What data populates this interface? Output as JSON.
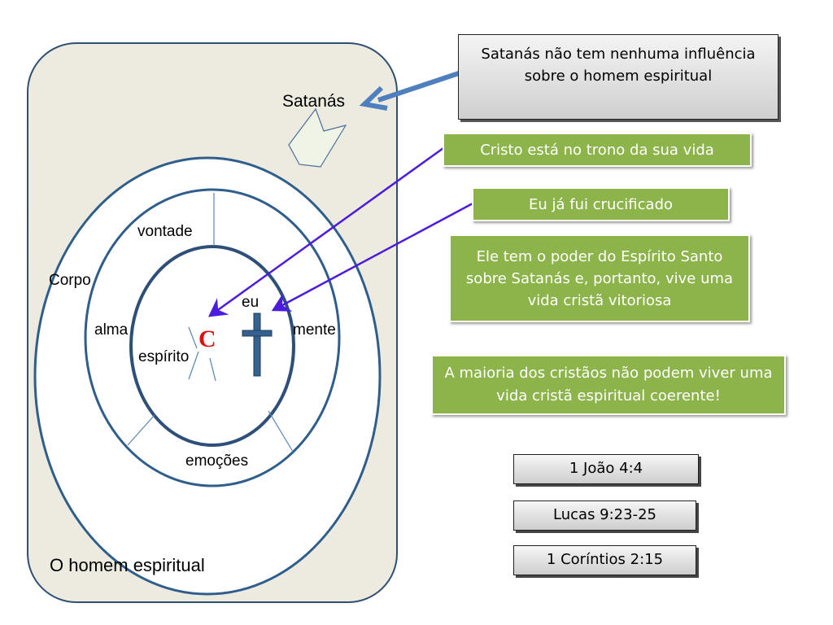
{
  "diagram": {
    "title": "O homem espiritual",
    "labels": {
      "satan": "Satanás",
      "body": "Corpo",
      "soul": "alma",
      "will": "vontade",
      "mind": "mente",
      "emotions": "emoções",
      "spirit": "espírito",
      "self": "eu",
      "christ": "C"
    }
  },
  "callouts": {
    "satan_note": "Satanás não tem nenhuma influência sobre o homem espiritual",
    "christ_throne": "Cristo está no trono da sua vida",
    "crucified": "Eu já fui crucificado",
    "power": "Ele tem o poder do Espírito Santo sobre Satanás e, portanto, vive uma vida cristã vitoriosa",
    "majority": "A maioria dos cristãos não podem viver uma vida cristã espiritual coerente!"
  },
  "references": [
    "1 João 4:4",
    "Lucas 9:23-25",
    "1 Coríntios 2:15"
  ],
  "colors": {
    "panel_fill": "#edebe0",
    "panel_border": "#2f4f72",
    "circle_stroke": "#2f5e8c",
    "inner_stroke": "#2d4f78",
    "green": "#8db44a",
    "arrow_purple": "#4b1be0",
    "arrow_blue": "#4e7fbf",
    "christ_red": "#e01010",
    "cross_blue": "#36618f"
  }
}
